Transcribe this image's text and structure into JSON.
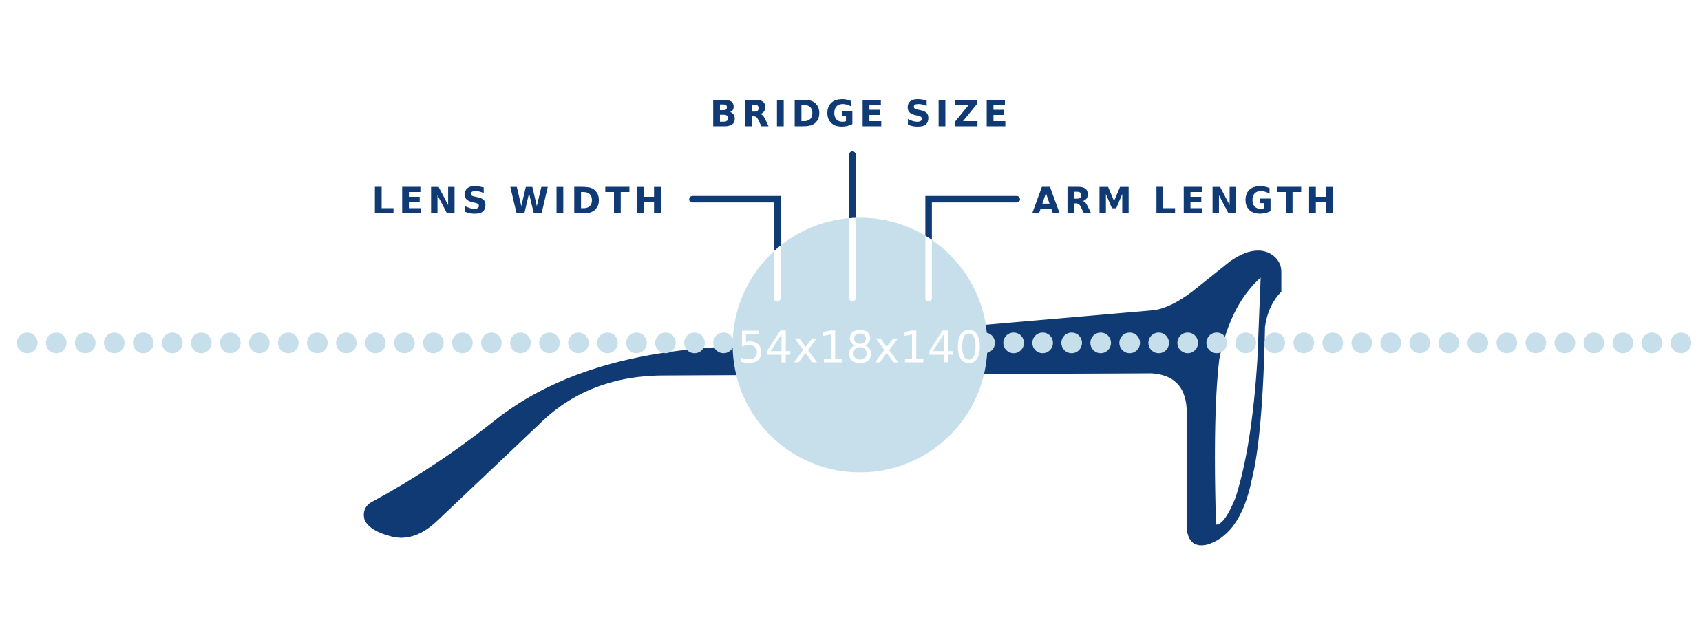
{
  "labels": {
    "lens_width": "LENS WIDTH",
    "bridge_size": "BRIDGE SIZE",
    "arm_length": "ARM LENGTH"
  },
  "size_code": "54x18x140",
  "colors": {
    "dark": "#0f3a74",
    "light": "#c6dfea",
    "background": "#ffffff"
  }
}
